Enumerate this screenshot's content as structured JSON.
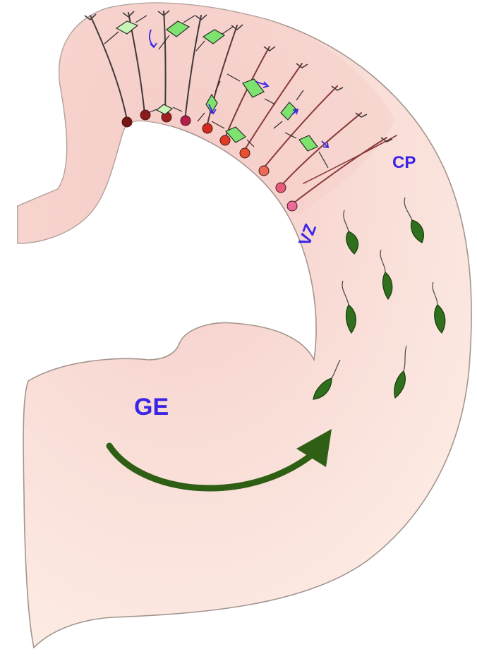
{
  "labels": {
    "cp": "CP",
    "vz": "VZ",
    "ge": "GE"
  },
  "colors": {
    "outline": "#a3958f",
    "cortex_fill": "#f8d3cf",
    "brain_fill": "#fdeee6",
    "label": "#3a24e6",
    "interneuron": "#2f6f1e",
    "interneuron_outline": "#143d0c",
    "radial_neuron": "#7de36e",
    "radial_neuron_light": "#c8f5b6",
    "radial_fiber": "#8a3a3a",
    "small_arrow": "#3a24e6",
    "migration_arrow": "#2f5f14"
  },
  "icons": {
    "radial_glia": "radial-glia-cell-icon",
    "radial_neuron": "migrating-pyramidal-neuron-icon",
    "interneuron": "tangential-interneuron-icon",
    "direction": "migration-direction-arrow-icon"
  }
}
